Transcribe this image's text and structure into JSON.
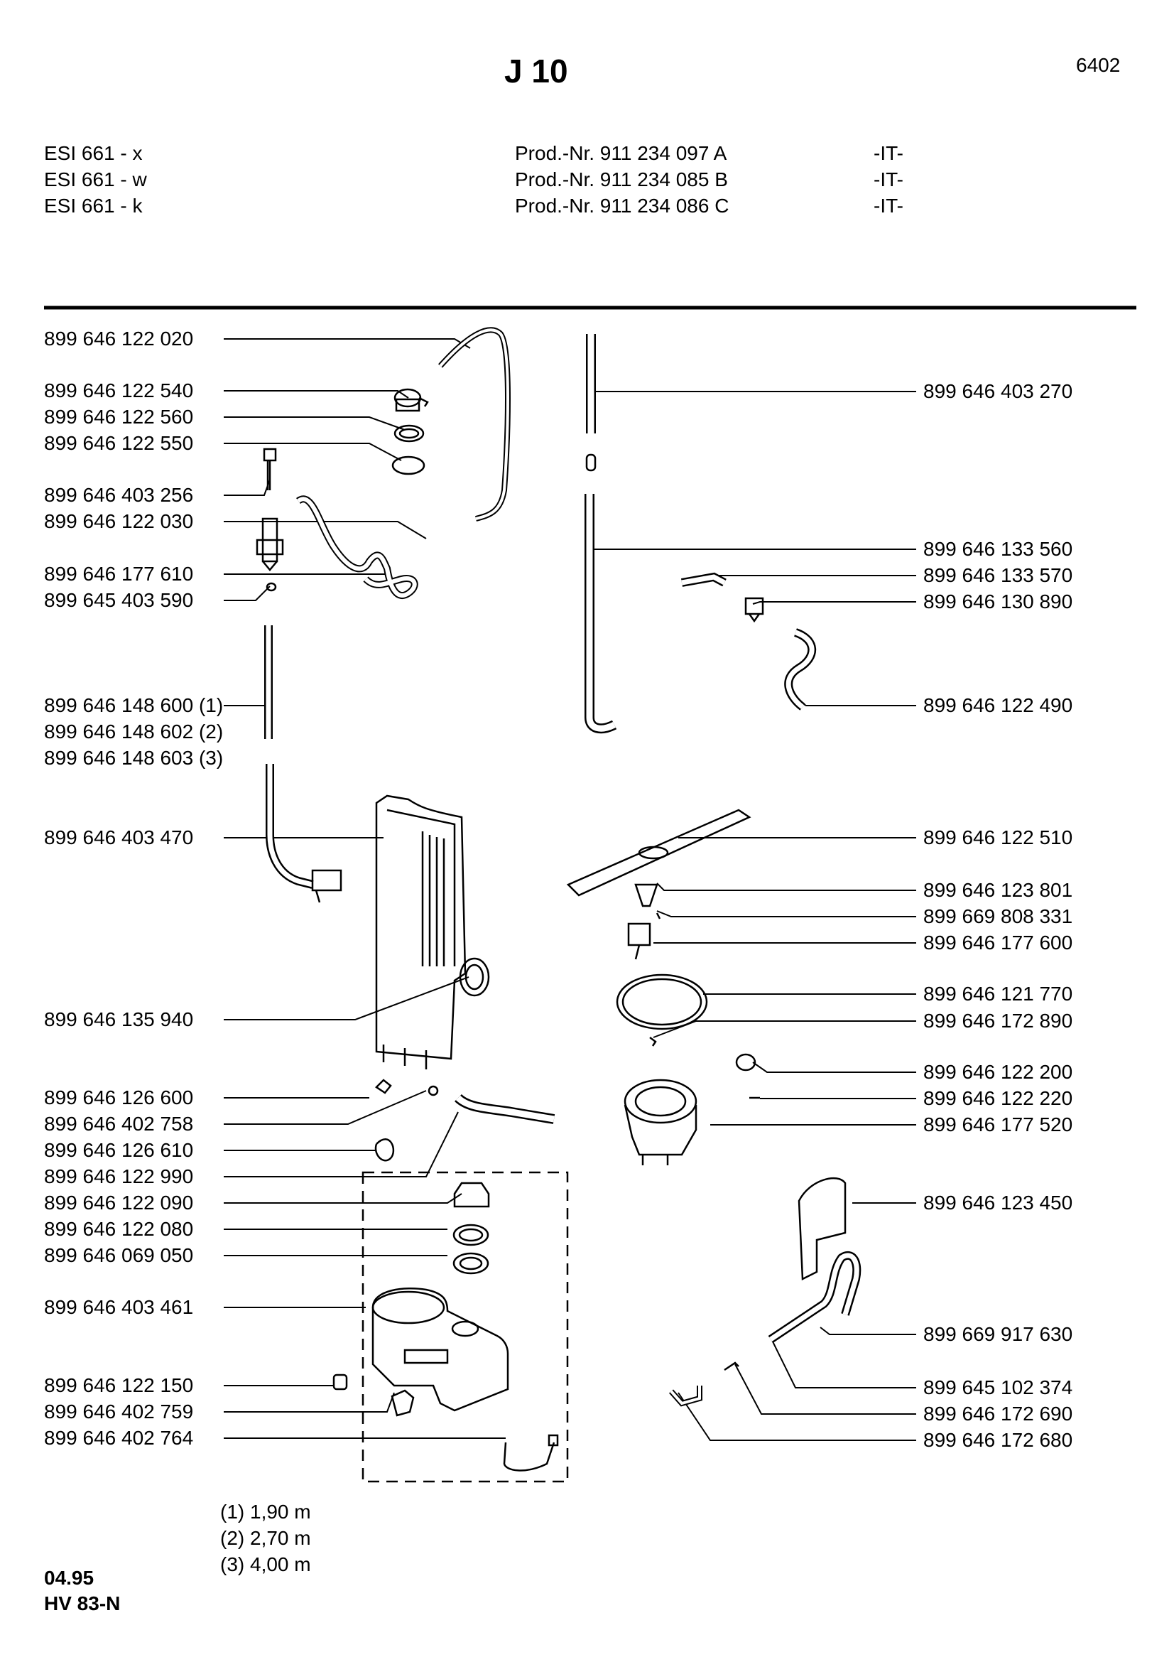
{
  "header": {
    "title": "J 10",
    "page_code": "6402"
  },
  "models": [
    {
      "model": "ESI 661 - x",
      "prod": "Prod.-Nr. 911 234 097 A",
      "region": "-IT-"
    },
    {
      "model": "ESI 661 - w",
      "prod": "Prod.-Nr. 911 234 085 B",
      "region": "-IT-"
    },
    {
      "model": "ESI 661 - k",
      "prod": "Prod.-Nr. 911 234 086 C",
      "region": "-IT-"
    }
  ],
  "left_parts": [
    "899 646 122 020",
    "899 646 122 540",
    "899 646 122 560",
    "899 646 122 550",
    "899 646 403 256",
    "899 646 122 030",
    "899 646 177 610",
    "899 645 403 590",
    "899 646 148 600 (1)",
    "899 646 148 602 (2)",
    "899 646 148 603 (3)",
    "899 646 403 470",
    "899 646 135 940",
    "899 646 126 600",
    "899 646 402 758",
    "899 646 126 610",
    "899 646 122 990",
    "899 646 122 090",
    "899 646 122 080",
    "899 646 069 050",
    "899 646 403 461",
    "899 646 122 150",
    "899 646 402 759",
    "899 646 402 764"
  ],
  "right_parts": [
    "899 646 403 270",
    "899 646 133 560",
    "899 646 133 570",
    "899 646 130 890",
    "899 646 122 490",
    "899 646 122 510",
    "899 646 123 801",
    "899 669 808 331",
    "899 646 177 600",
    "899 646 121 770",
    "899 646 172 890",
    "899 646 122 200",
    "899 646 122 220",
    "899 646 177 520",
    "899 646 123 450",
    "899 669 917 630",
    "899 645 102 374",
    "899 646 172 690",
    "899 646 172 680"
  ],
  "footnotes": [
    "(1) 1,90 m",
    "(2) 2,70 m",
    "(3) 4,00 m"
  ],
  "footer": {
    "date": "04.95",
    "code": "HV 83-N"
  }
}
